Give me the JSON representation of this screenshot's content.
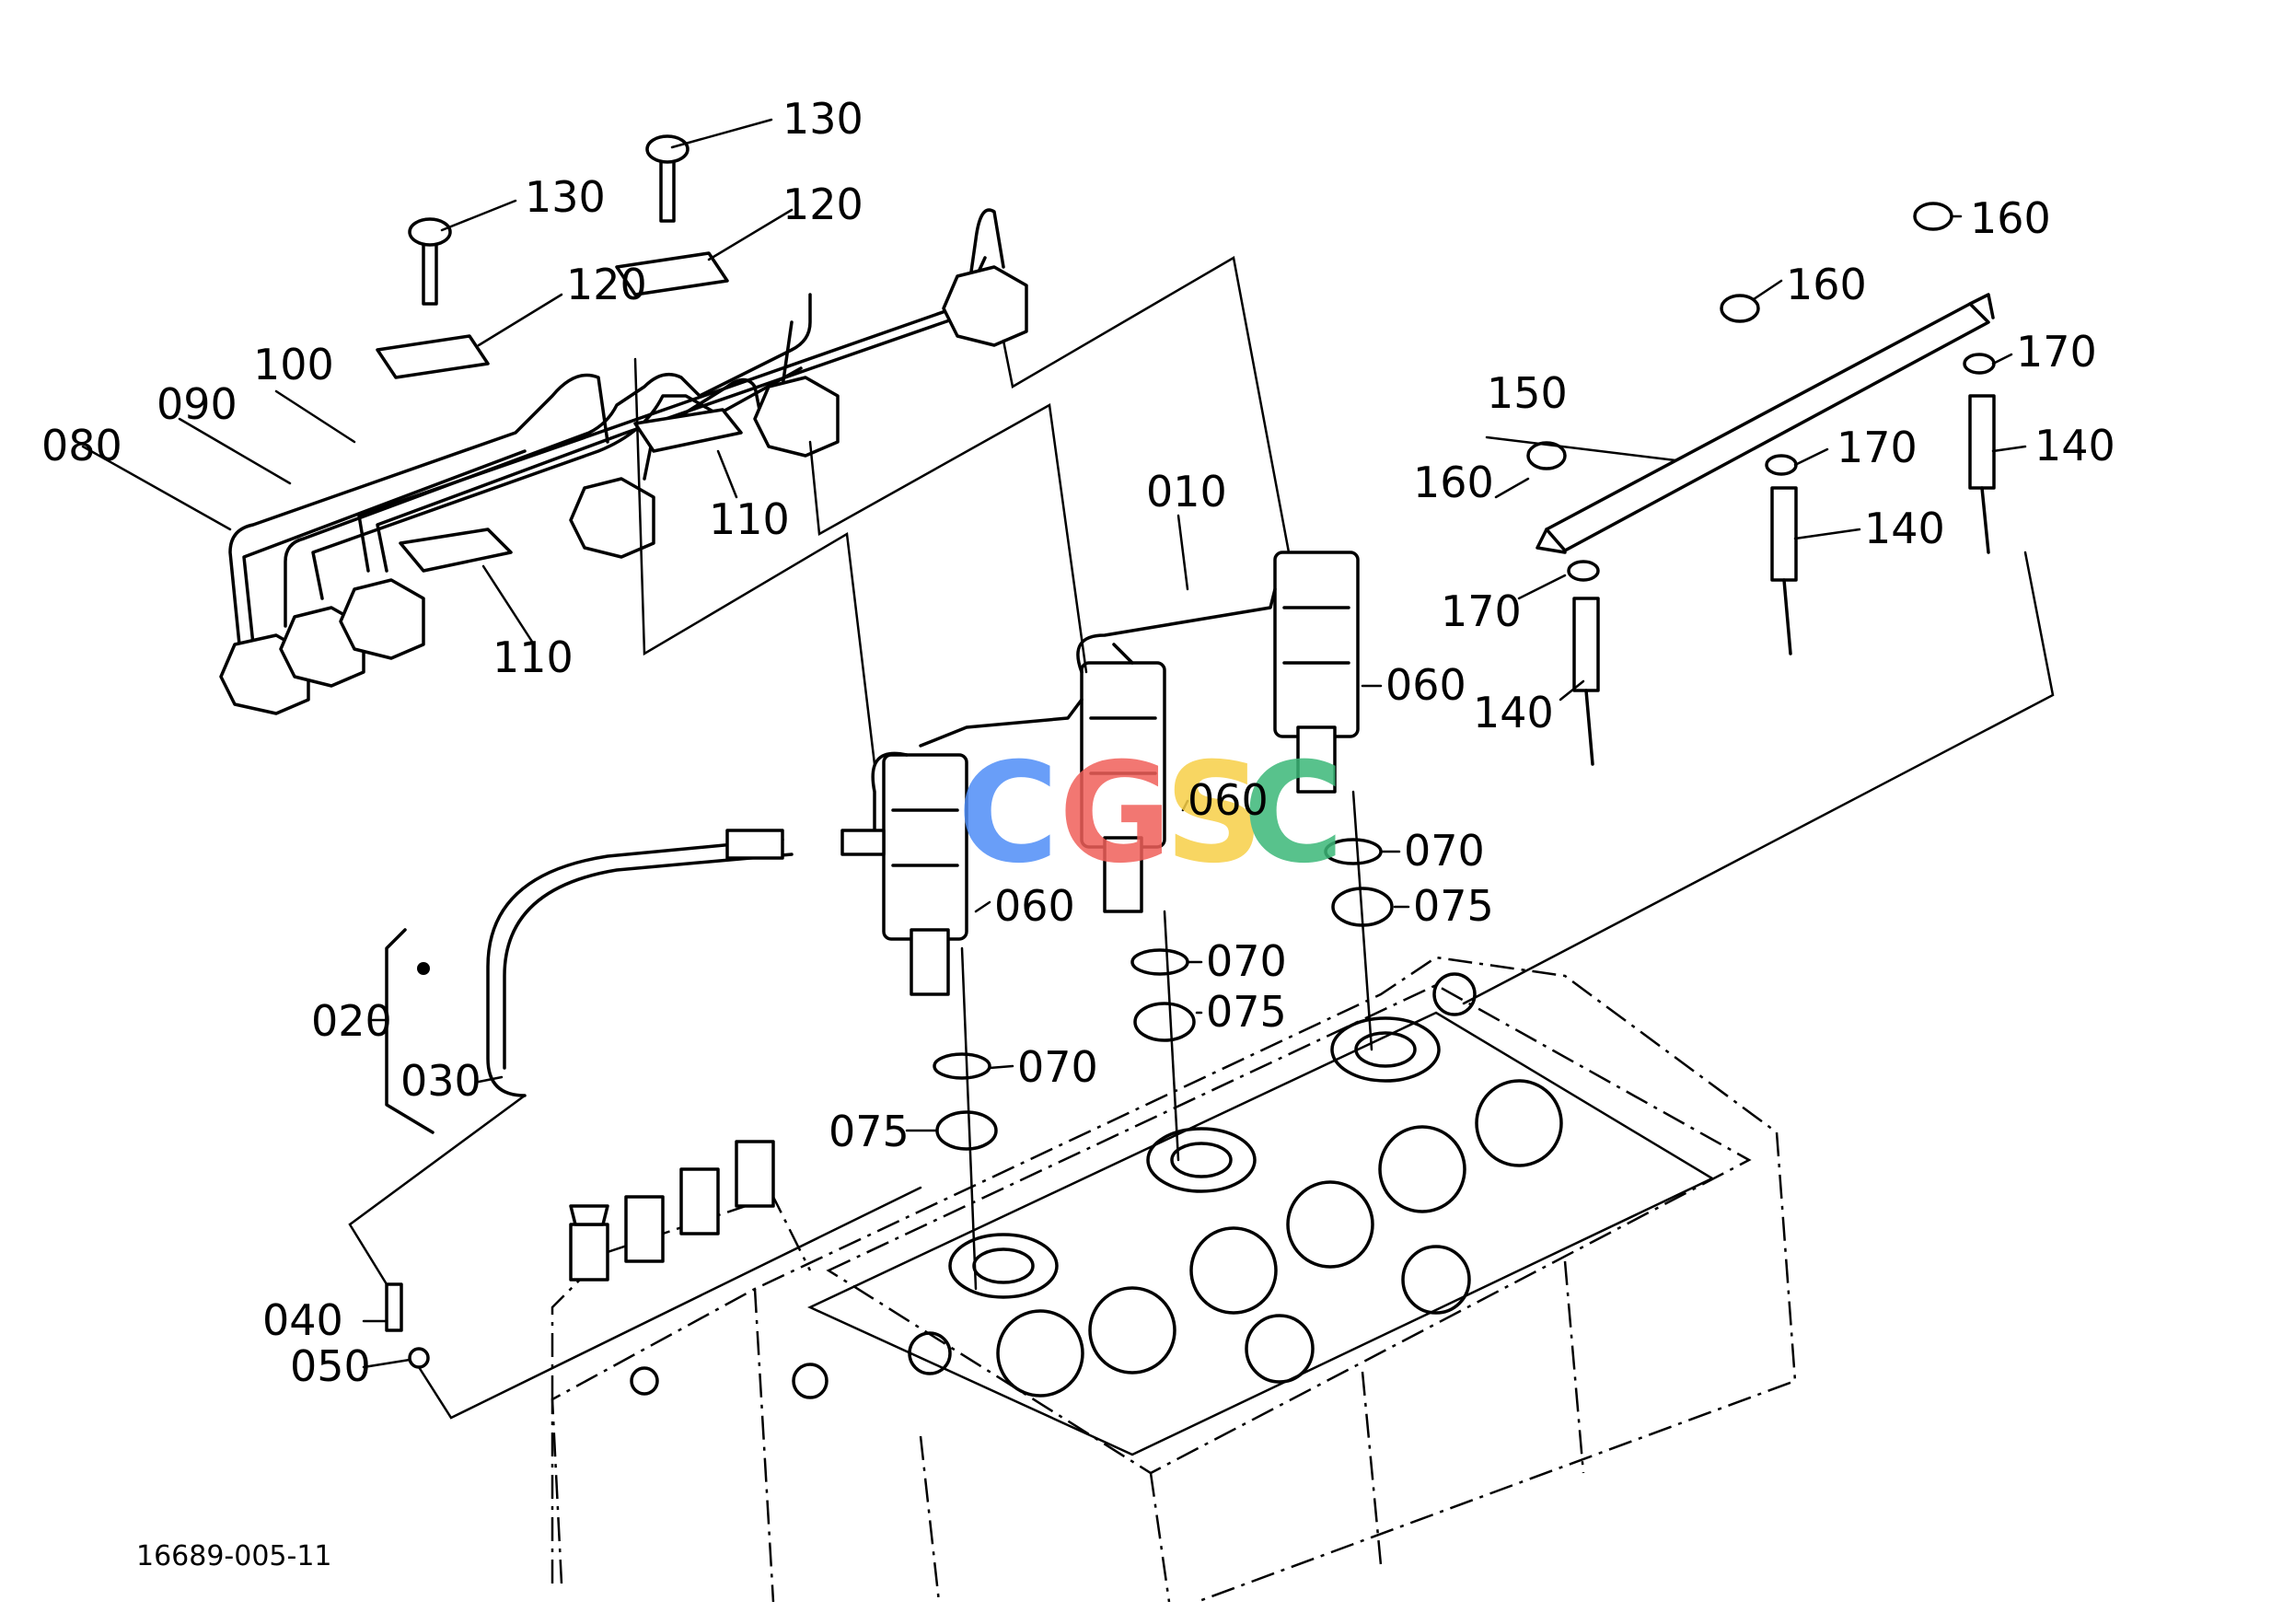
{
  "drawing_code": "16689-005-11",
  "watermark": {
    "letters": [
      "C",
      "G",
      "S",
      "C"
    ],
    "colors": [
      "#4f8ef7",
      "#f0605a",
      "#f7cf47",
      "#3cb878"
    ]
  },
  "labels": [
    {
      "id": "p010",
      "text": "010"
    },
    {
      "id": "p020",
      "text": "020"
    },
    {
      "id": "p030",
      "text": "030"
    },
    {
      "id": "p040",
      "text": "040"
    },
    {
      "id": "p050",
      "text": "050"
    },
    {
      "id": "p060a",
      "text": "060"
    },
    {
      "id": "p060b",
      "text": "060"
    },
    {
      "id": "p060c",
      "text": "060"
    },
    {
      "id": "p070a",
      "text": "070"
    },
    {
      "id": "p070b",
      "text": "070"
    },
    {
      "id": "p070c",
      "text": "070"
    },
    {
      "id": "p075a",
      "text": "075"
    },
    {
      "id": "p075b",
      "text": "075"
    },
    {
      "id": "p075c",
      "text": "075"
    },
    {
      "id": "p080",
      "text": "080"
    },
    {
      "id": "p090",
      "text": "090"
    },
    {
      "id": "p100",
      "text": "100"
    },
    {
      "id": "p110a",
      "text": "110"
    },
    {
      "id": "p110b",
      "text": "110"
    },
    {
      "id": "p120a",
      "text": "120"
    },
    {
      "id": "p120b",
      "text": "120"
    },
    {
      "id": "p130a",
      "text": "130"
    },
    {
      "id": "p130b",
      "text": "130"
    },
    {
      "id": "p140a",
      "text": "140"
    },
    {
      "id": "p140b",
      "text": "140"
    },
    {
      "id": "p140c",
      "text": "140"
    },
    {
      "id": "p150",
      "text": "150"
    },
    {
      "id": "p160a",
      "text": "160"
    },
    {
      "id": "p160b",
      "text": "160"
    },
    {
      "id": "p160c",
      "text": "160"
    },
    {
      "id": "p170a",
      "text": "170"
    },
    {
      "id": "p170b",
      "text": "170"
    },
    {
      "id": "p170c",
      "text": "170"
    }
  ]
}
